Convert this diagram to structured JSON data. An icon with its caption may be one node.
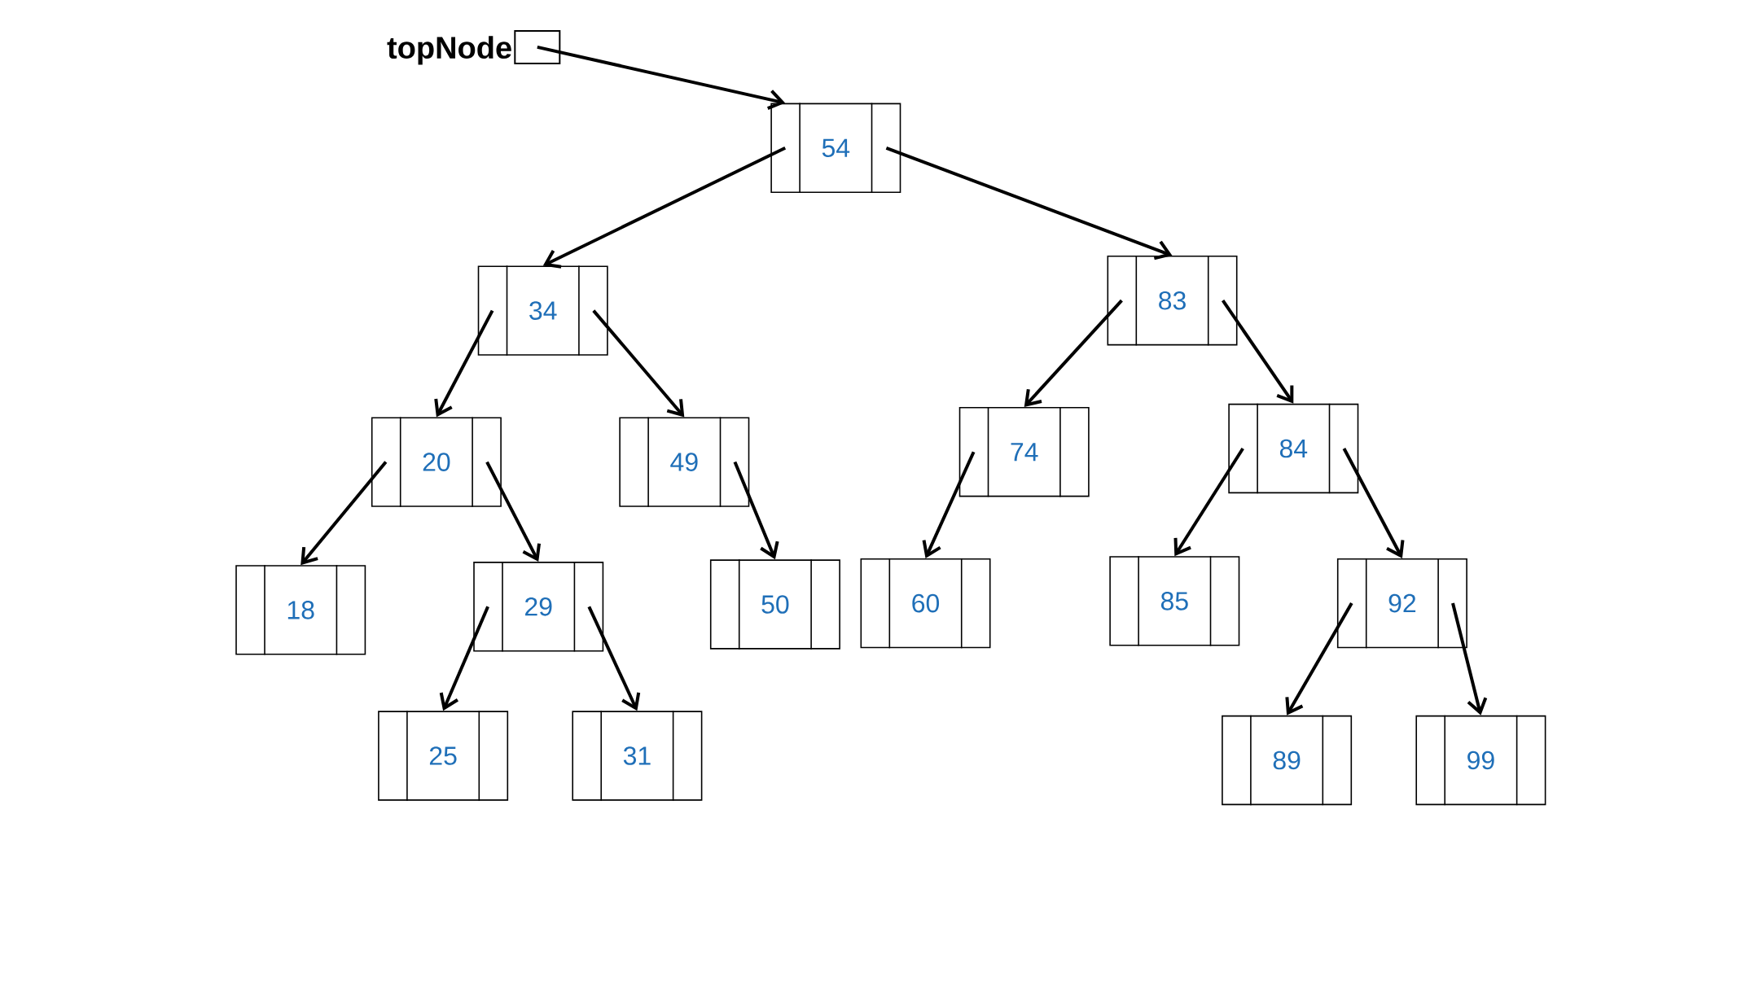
{
  "diagram": {
    "nodes": [
      {
        "text": [],
        "shape": "box",
        "beside": [
          "topNode"
        ]
      },
      {
        "text": [
          "54"
        ]
      },
      {
        "text": [
          "34"
        ]
      },
      {
        "text": [
          "83"
        ]
      },
      {
        "text": [
          "20"
        ]
      },
      {
        "text": [
          "49"
        ]
      },
      {
        "text": [
          "74"
        ]
      },
      {
        "text": [
          "84"
        ]
      },
      {
        "text": [
          "18"
        ]
      },
      {
        "text": [
          "29"
        ]
      },
      {
        "text": [
          "50"
        ]
      },
      {
        "text": [
          "60"
        ]
      },
      {
        "text": [
          "85"
        ]
      },
      {
        "text": [
          "92"
        ]
      },
      {
        "text": [
          "25"
        ]
      },
      {
        "text": [
          "31"
        ]
      },
      {
        "text": [
          "89"
        ]
      },
      {
        "text": [
          "99"
        ]
      }
    ],
    "edges": [
      {
        "from": 0,
        "to": 1,
        "arrow": "to"
      },
      {
        "from": 1,
        "to": 2,
        "arrow": "to"
      },
      {
        "from": 1,
        "to": 3,
        "arrow": "to"
      },
      {
        "from": 2,
        "to": 4,
        "arrow": "to"
      },
      {
        "from": 2,
        "to": 5,
        "arrow": "to"
      },
      {
        "from": 3,
        "to": 6,
        "arrow": "to"
      },
      {
        "from": 3,
        "to": 7,
        "arrow": "to"
      },
      {
        "from": 4,
        "to": 8,
        "arrow": "to"
      },
      {
        "from": 4,
        "to": 9,
        "arrow": "to"
      },
      {
        "from": 5,
        "to": 10,
        "arrow": "to"
      },
      {
        "from": 6,
        "to": 11,
        "arrow": "to"
      },
      {
        "from": 7,
        "to": 12,
        "arrow": "to"
      },
      {
        "from": 7,
        "to": 13,
        "arrow": "to"
      },
      {
        "from": 9,
        "to": 14,
        "arrow": "to"
      },
      {
        "from": 9,
        "to": 15,
        "arrow": "to"
      },
      {
        "from": 13,
        "to": 16,
        "arrow": "to"
      },
      {
        "from": 13,
        "to": 17,
        "arrow": "to"
      }
    ]
  }
}
